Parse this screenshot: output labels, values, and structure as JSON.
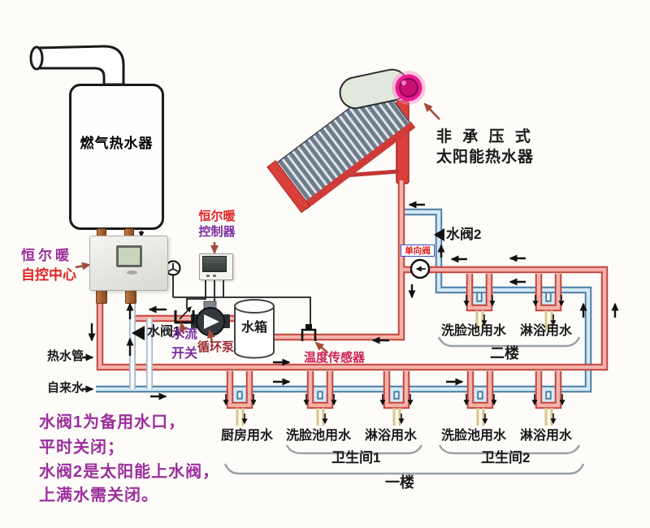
{
  "labels": {
    "gas_heater": "燃气热水器",
    "solar_line1": "非 承 压 式",
    "solar_line2": "太阳能热水器",
    "brand_line1": "恒尔暖",
    "brand_line2": "自控中心",
    "controller_line1": "恒尔暖",
    "controller_line2": "控制器",
    "valve1": "水阀1",
    "valve2": "水阀2",
    "check_valve": "单向阀",
    "flow_switch_line1": "水流",
    "flow_switch_line2": "开关",
    "pump": "循环泵",
    "tank": "水箱",
    "temp_sensor": "温度传感器",
    "hot_pipe": "热水管",
    "tap_water": "自来水",
    "floor2": "二楼",
    "floor1": "一楼",
    "bathroom1": "卫生间1",
    "bathroom2": "卫生间2",
    "outlets_floor2": [
      "洗脸池用水",
      "淋浴用水"
    ],
    "outlets_floor1": [
      "厨房用水",
      "洗脸池用水",
      "淋浴用水",
      "洗脸池用水",
      "淋浴用水"
    ],
    "note_line1": "水阀1为备用水口，",
    "note_line2": "平时关闭；",
    "note_line3": "水阀2是太阳能上水阀，",
    "note_line4": "上满水需关闭。"
  },
  "colors": {
    "hot_pipe_outline": "#c3443c",
    "hot_pipe_fill": "#f4b2aa",
    "cold_pipe_outline": "#4b7da4",
    "cold_pipe_fill": "#d3e9f4",
    "note_purple": "#9c2f9c",
    "label_red": "#e02525",
    "label_purple": "#7a2d9e",
    "pump_label_red": "#9c2b35",
    "sensor_label_red": "#cf2150",
    "solar_frame_red": "#d8403c",
    "tank_cap_pink": "#f01895",
    "annotation_arrow": "#a34a38"
  }
}
